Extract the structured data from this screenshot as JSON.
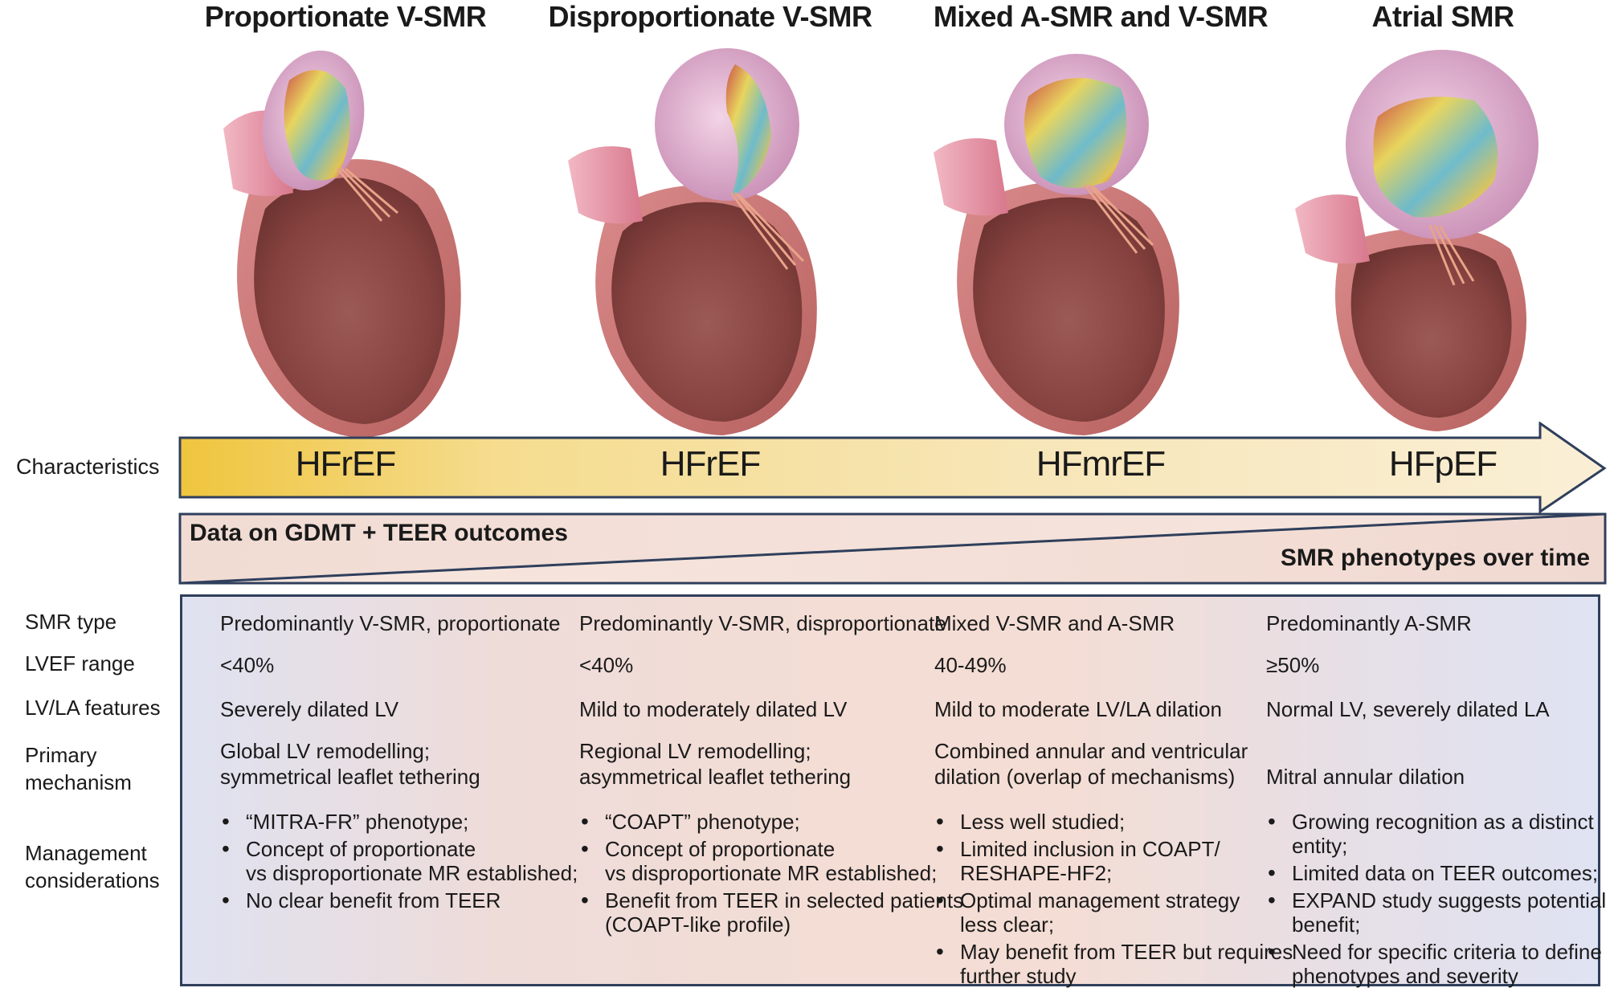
{
  "phenotypes": [
    {
      "title": "Proportionate V-SMR",
      "characteristic": "HFrEF"
    },
    {
      "title": "Disproportionate V-SMR",
      "characteristic": "HFrEF"
    },
    {
      "title": "Mixed A-SMR and V-SMR",
      "characteristic": "HFmrEF"
    },
    {
      "title": "Atrial SMR",
      "characteristic": "HFpEF"
    }
  ],
  "characteristics_label": "Characteristics",
  "wedge": {
    "left_text": "Data on GDMT + TEER outcomes",
    "right_text": "SMR phenotypes over time"
  },
  "row_labels": {
    "smr_type": "SMR type",
    "lvef_range": "LVEF range",
    "lvla_features": "LV/LA features",
    "primary_mechanism_1": "Primary",
    "primary_mechanism_2": "mechanism",
    "management_1": "Management",
    "management_2": "considerations"
  },
  "columns": [
    {
      "smr_type": "Predominantly V-SMR, proportionate",
      "lvef": "<40%",
      "features": "Severely dilated LV",
      "mechanism_1": "Global LV remodelling;",
      "mechanism_2": "symmetrical leaflet tethering",
      "management": [
        [
          "“MITRA-FR” phenotype;"
        ],
        [
          "Concept of proportionate",
          "vs disproportionate MR established;"
        ],
        [
          "No clear benefit from TEER"
        ]
      ]
    },
    {
      "smr_type": "Predominantly V-SMR, disproportionate",
      "lvef": "<40%",
      "features": "Mild to moderately dilated LV",
      "mechanism_1": "Regional LV remodelling;",
      "mechanism_2": "asymmetrical leaflet tethering",
      "management": [
        [
          "“COAPT” phenotype;"
        ],
        [
          "Concept of proportionate",
          "vs disproportionate MR established;"
        ],
        [
          "Benefit from TEER in selected patients",
          "(COAPT-like profile)"
        ]
      ]
    },
    {
      "smr_type": "Mixed V-SMR and A-SMR",
      "lvef": "40-49%",
      "features": "Mild to moderate LV/LA dilation",
      "mechanism_1": "Combined annular and ventricular",
      "mechanism_2": "dilation (overlap of mechanisms)",
      "management": [
        [
          "Less well studied;"
        ],
        [
          "Limited inclusion in COAPT/",
          "RESHAPE-HF2;"
        ],
        [
          "Optimal management strategy",
          "less clear;"
        ],
        [
          "May benefit from TEER but requires",
          "further study"
        ]
      ]
    },
    {
      "smr_type": "Predominantly A-SMR",
      "lvef": "≥50%",
      "features": "Normal LV, severely dilated LA",
      "mechanism_1": "",
      "mechanism_2": "Mitral annular dilation",
      "management": [
        [
          "Growing recognition as a distinct",
          "entity;"
        ],
        [
          "Limited data on TEER outcomes;"
        ],
        [
          "EXPAND study suggests potential",
          "benefit;"
        ],
        [
          "Need for specific criteria to define",
          "phenotypes and severity"
        ]
      ]
    }
  ],
  "colors": {
    "arrow_start": "#f0c740",
    "arrow_end": "#f9ecd0",
    "border": "#2f3f5c",
    "myocardium": "#a85a55",
    "atrium_fill": "#e6b4d2",
    "jet_yellow": "#e7d64a",
    "jet_cyan": "#5fb9c8"
  },
  "icons": [
    "heart-illustration-proportionate",
    "heart-illustration-disproportionate",
    "heart-illustration-mixed",
    "heart-illustration-atrial"
  ]
}
